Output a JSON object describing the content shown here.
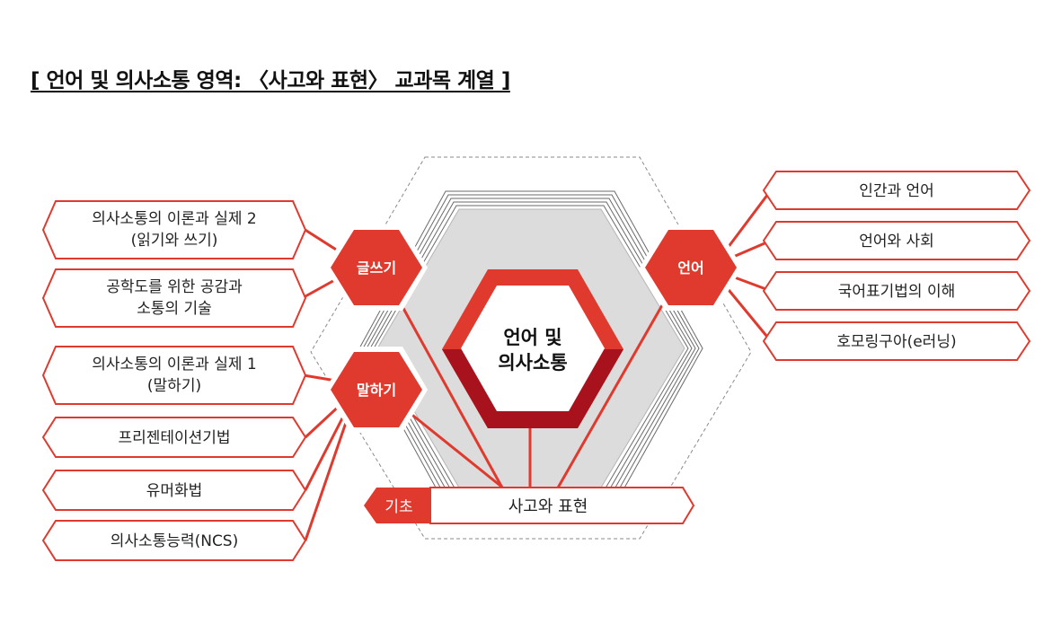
{
  "title": "[ 언어 및 의사소통 영역: 〈사고와 표현〉 교과목 계열 ]",
  "center": {
    "line1": "언어 및",
    "line2": "의사소통"
  },
  "categories": {
    "writing": "글쓰기",
    "speaking": "말하기",
    "language": "언어"
  },
  "base_bar": {
    "label": "기초",
    "text": "사고와 표현"
  },
  "left_boxes": [
    {
      "line1": "의사소통의 이론과 실제 2",
      "line2": "(읽기와 쓰기)"
    },
    {
      "line1": "공학도를 위한 공감과",
      "line2": "소통의 기술"
    },
    {
      "line1": "의사소통의 이론과 실제 1",
      "line2": "(말하기)"
    },
    {
      "line1": "프리젠테이션기법"
    },
    {
      "line1": "유머화법"
    },
    {
      "line1": "의사소통능력(NCS)"
    }
  ],
  "right_boxes": [
    {
      "line1": "인간과 언어"
    },
    {
      "line1": "언어와 사회"
    },
    {
      "line1": "국어표기법의 이해"
    },
    {
      "line1": "호모링구아(e러닝)"
    }
  ],
  "colors": {
    "red": "#e03a2e",
    "dark_red": "#a8121d",
    "gray": "#dcdcdc",
    "outline_gray": "#8a8a8a"
  }
}
